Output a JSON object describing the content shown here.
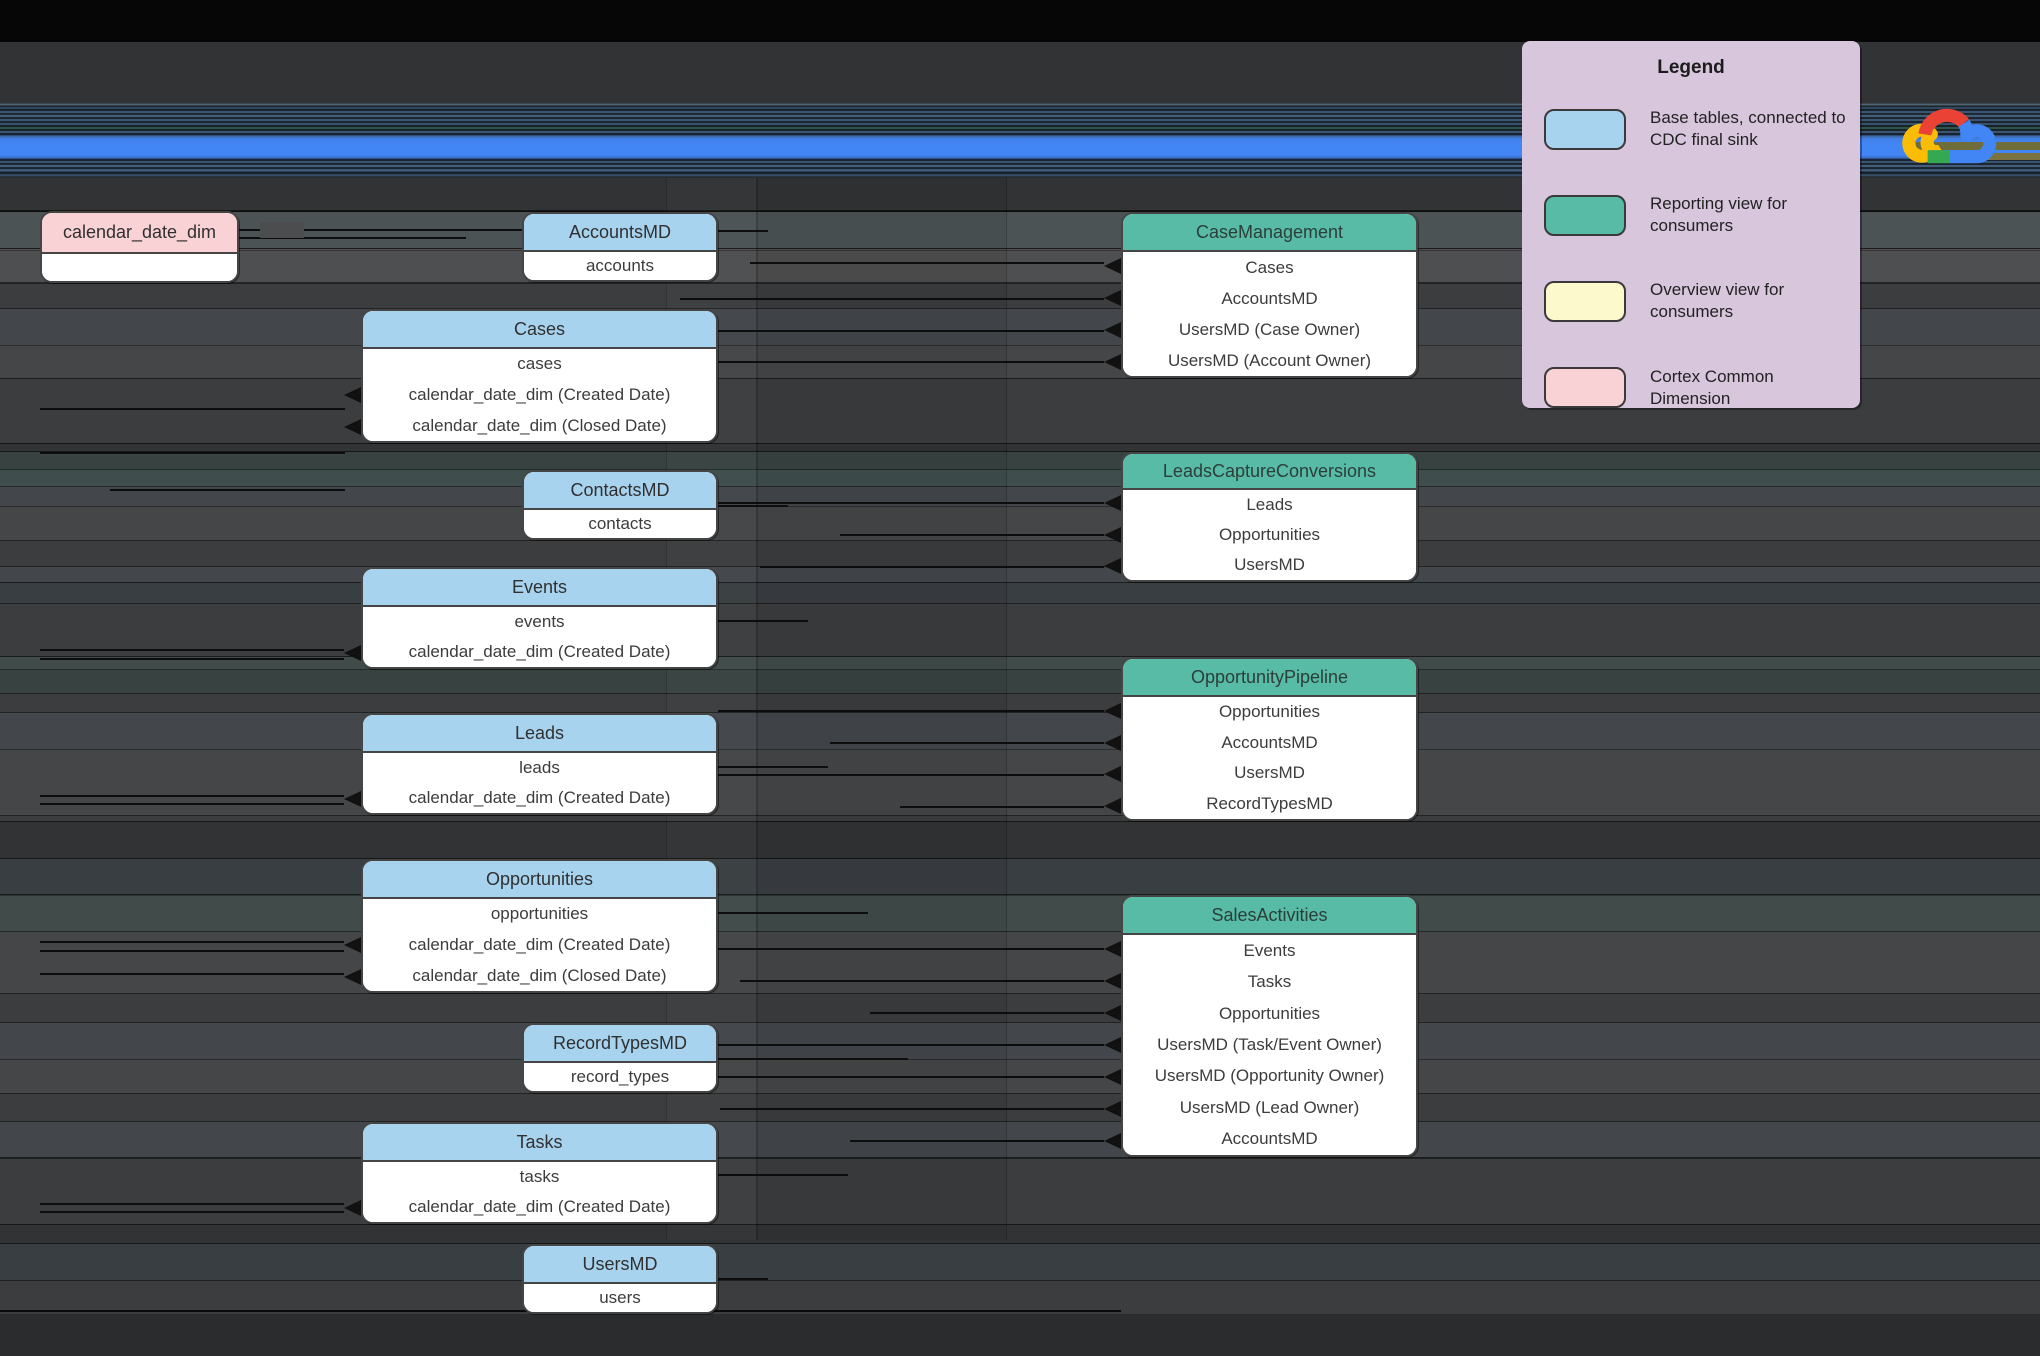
{
  "entities": [
    {
      "id": "calendar_date_dim",
      "type": "pink",
      "header": "calendar_date_dim",
      "rows": [
        ""
      ]
    },
    {
      "id": "accounts_md",
      "type": "blue",
      "header": "AccountsMD",
      "rows": [
        "accounts"
      ]
    },
    {
      "id": "cases",
      "type": "blue",
      "header": "Cases",
      "rows": [
        "cases",
        "calendar_date_dim (Created Date)",
        "calendar_date_dim (Closed Date)"
      ]
    },
    {
      "id": "contacts_md",
      "type": "blue",
      "header": "ContactsMD",
      "rows": [
        "contacts"
      ]
    },
    {
      "id": "events",
      "type": "blue",
      "header": "Events",
      "rows": [
        "events",
        "calendar_date_dim (Created Date)"
      ]
    },
    {
      "id": "leads",
      "type": "blue",
      "header": "Leads",
      "rows": [
        "leads",
        "calendar_date_dim (Created Date)"
      ]
    },
    {
      "id": "opportunities",
      "type": "blue",
      "header": "Opportunities",
      "rows": [
        "opportunities",
        "calendar_date_dim (Created Date)",
        "calendar_date_dim (Closed Date)"
      ]
    },
    {
      "id": "record_types_md",
      "type": "blue",
      "header": "RecordTypesMD",
      "rows": [
        "record_types"
      ]
    },
    {
      "id": "tasks",
      "type": "blue",
      "header": "Tasks",
      "rows": [
        "tasks",
        "calendar_date_dim (Created Date)"
      ]
    },
    {
      "id": "users_md",
      "type": "blue",
      "header": "UsersMD",
      "rows": [
        "users"
      ]
    },
    {
      "id": "case_management",
      "type": "teal",
      "header": "CaseManagement",
      "rows": [
        "Cases",
        "AccountsMD",
        "UsersMD (Case Owner)",
        "UsersMD (Account Owner)"
      ]
    },
    {
      "id": "leads_capture_conversions",
      "type": "teal",
      "header": "LeadsCaptureConversions",
      "rows": [
        "Leads",
        "Opportunities",
        "UsersMD"
      ]
    },
    {
      "id": "opportunity_pipeline",
      "type": "teal",
      "header": "OpportunityPipeline",
      "rows": [
        "Opportunities",
        "AccountsMD",
        "UsersMD",
        "RecordTypesMD"
      ]
    },
    {
      "id": "sales_activities",
      "type": "teal",
      "header": "SalesActivities",
      "rows": [
        "Events",
        "Tasks",
        "Opportunities",
        "UsersMD (Task/Event Owner)",
        "UsersMD (Opportunity Owner)",
        "UsersMD (Lead Owner)",
        "AccountsMD"
      ]
    }
  ],
  "legend": {
    "title": "Legend",
    "items": [
      {
        "label": "Base tables, connected to CDC final sink",
        "color": "#a8d3ef"
      },
      {
        "label": "Reporting view for consumers",
        "color": "#57bba6"
      },
      {
        "label": "Overview view for consumers",
        "color": "#fcfacd"
      },
      {
        "label": "Cortex Common Dimension",
        "color": "#f9d2d6"
      }
    ]
  },
  "logo": {
    "icon_name": "google-cloud-logo"
  },
  "palette": {
    "base_table": "#a8d3ef",
    "reporting_view": "#57bba6",
    "overview_view": "#fcfacd",
    "common_dimension": "#f9d2d6",
    "background": "#313334",
    "accent_stripe": "#4285f4",
    "google_blue": "#4285F4",
    "google_red": "#EA4335",
    "google_yellow": "#FBBC05",
    "google_green": "#34A853"
  }
}
